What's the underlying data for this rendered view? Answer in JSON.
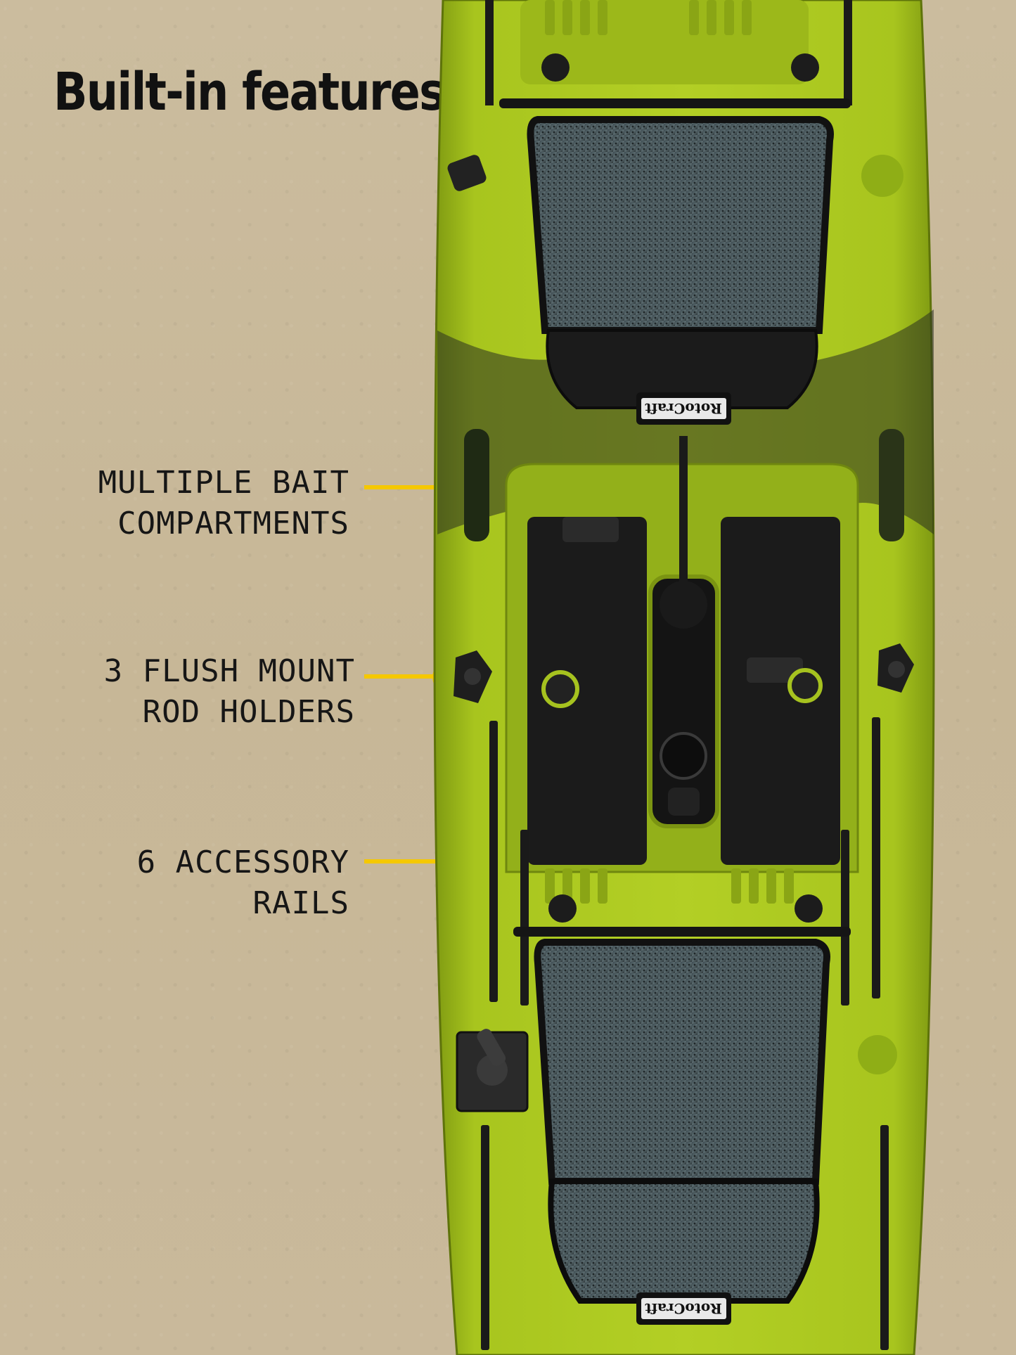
{
  "title": "Built-in features",
  "features": [
    {
      "line1": "MULTIPLE BAIT",
      "line2": "COMPARTMENTS"
    },
    {
      "line1": "3 FLUSH MOUNT",
      "line2": "ROD HOLDERS"
    },
    {
      "line1": "6 ACCESSORY",
      "line2": "RAILS"
    }
  ],
  "brand": "RotoCraft",
  "colors": {
    "background": "#c9b99a",
    "kayak_hull": "#a8c51e",
    "callout": "#f5c800",
    "text": "#161616"
  }
}
